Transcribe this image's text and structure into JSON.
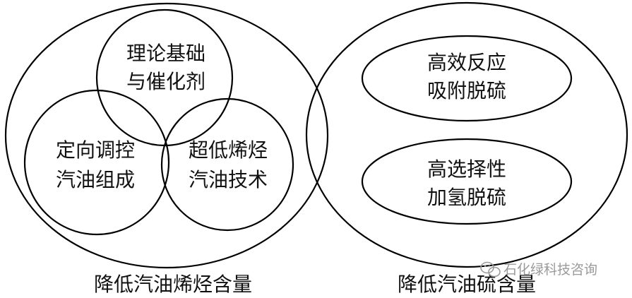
{
  "diagram": {
    "left_group": {
      "caption": "降低汽油烯烃含量",
      "circles": [
        {
          "line1": "理论基础",
          "line2": "与催化剂"
        },
        {
          "line1": "定向调控",
          "line2": "汽油组成"
        },
        {
          "line1": "超低烯烃",
          "line2": "汽油技术"
        }
      ]
    },
    "right_group": {
      "caption": "降低汽油硫含量",
      "ellipses": [
        {
          "line1": "高效反应",
          "line2": "吸附脱硫"
        },
        {
          "line1": "高选择性",
          "line2": "加氢脱硫"
        }
      ]
    }
  },
  "watermark": {
    "text": "石化绿科技咨询",
    "icon": "wechat-icon"
  },
  "colors": {
    "stroke": "#000000",
    "text": "#111111",
    "watermark": "#9a9a9a"
  }
}
